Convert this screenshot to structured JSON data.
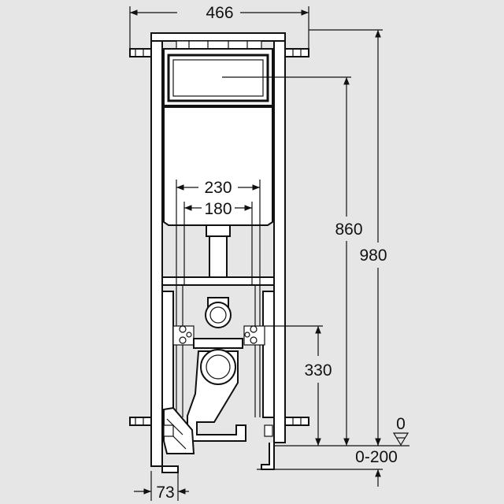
{
  "drawing": {
    "title": "",
    "dimensions": {
      "frame_width": "466",
      "cistern_height": "860",
      "total_height": "980",
      "outer_inlet_spacing": "230",
      "inner_inlet_spacing": "180",
      "drain_height": "330",
      "floor_zero": "0",
      "floor_adjust": "0-200",
      "foot_offset": "73"
    },
    "colors": {
      "background": "#e6e6e6",
      "line": "#111111",
      "fill": "#ffffff"
    }
  }
}
